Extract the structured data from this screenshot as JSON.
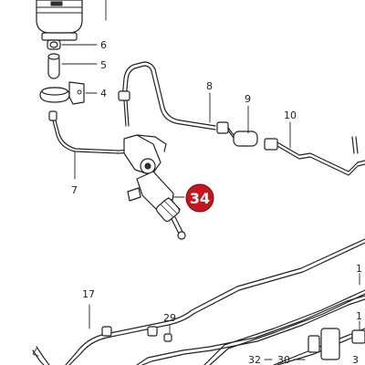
{
  "diagram": {
    "labels": {
      "l6": "6",
      "l5": "5",
      "l4": "4",
      "l7": "7",
      "l8": "8",
      "l9": "9",
      "l10": "10",
      "l17": "17",
      "l29": "29",
      "l32": "32",
      "l30": "30",
      "l31": "3",
      "l1a": "1",
      "l1b": "1"
    },
    "callout": {
      "number": "34",
      "color": "#c4161c"
    }
  }
}
